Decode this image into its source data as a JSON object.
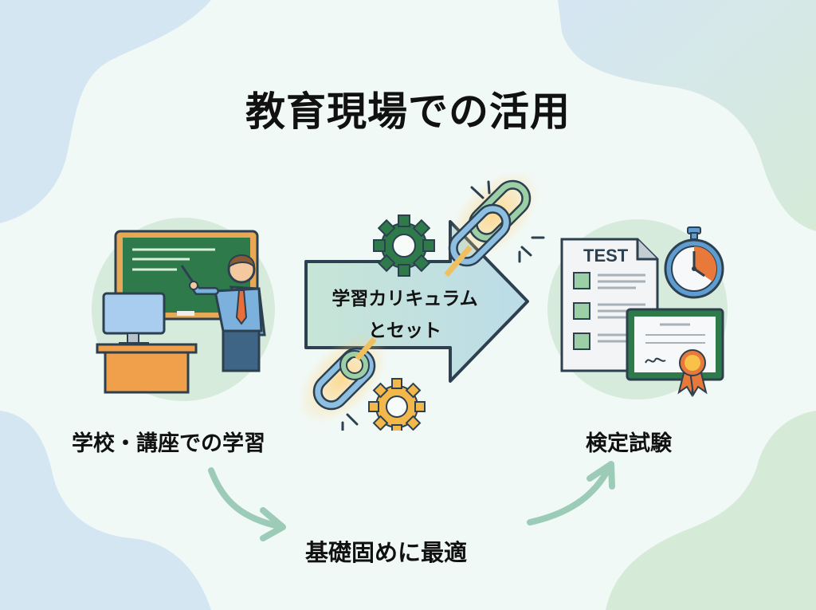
{
  "title": "教育現場での活用",
  "left_section": {
    "label": "学校・講座での学習",
    "icon": "teacher-classroom-icon"
  },
  "center_section": {
    "arrow_label_line1": "学習カリキュラム",
    "arrow_label_line2": "とセット",
    "icons": [
      "gear-icon",
      "chain-link-icon",
      "gear-icon",
      "chain-link-icon"
    ]
  },
  "right_section": {
    "label": "検定試験",
    "test_sheet_heading": "TEST",
    "icons": [
      "test-sheet-icon",
      "stopwatch-icon",
      "certificate-icon"
    ]
  },
  "bottom": {
    "label": "基礎固めに最適"
  },
  "colors": {
    "background": "#f1f9f7",
    "blob_blue": "#d5e6f3",
    "blob_green": "#d6ead8",
    "circle_green": "#d7ebdc",
    "board_green": "#2f7a4a",
    "accent_orange": "#f0a04b",
    "accent_blue": "#8fbfe0",
    "flow_arrow": "#9ccbb8",
    "outline": "#2c4050"
  }
}
